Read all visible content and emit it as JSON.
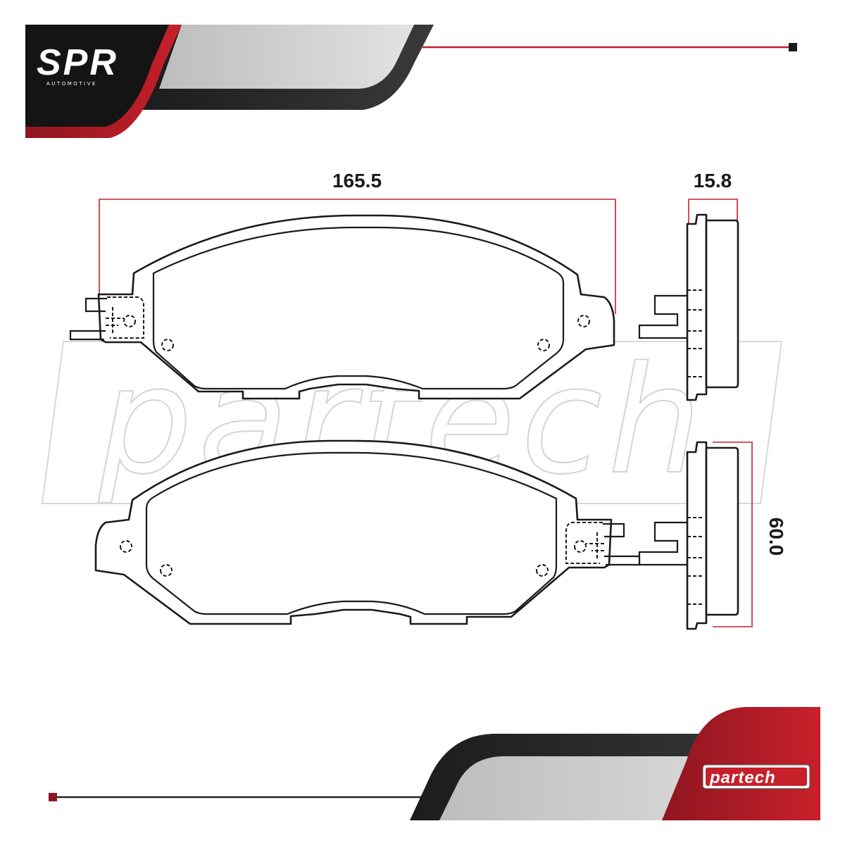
{
  "branding": {
    "top_logo": "SPR",
    "top_logo_sub": "AUTOMOTIVE",
    "bottom_logo": "partech",
    "watermark": "partech"
  },
  "dimensions": {
    "width": "165.5",
    "thickness": "15.8",
    "height": "60.0"
  },
  "colors": {
    "accent": "#c8202b",
    "dark": "#1a1a1a",
    "band_gray": "#cfcfcf"
  }
}
